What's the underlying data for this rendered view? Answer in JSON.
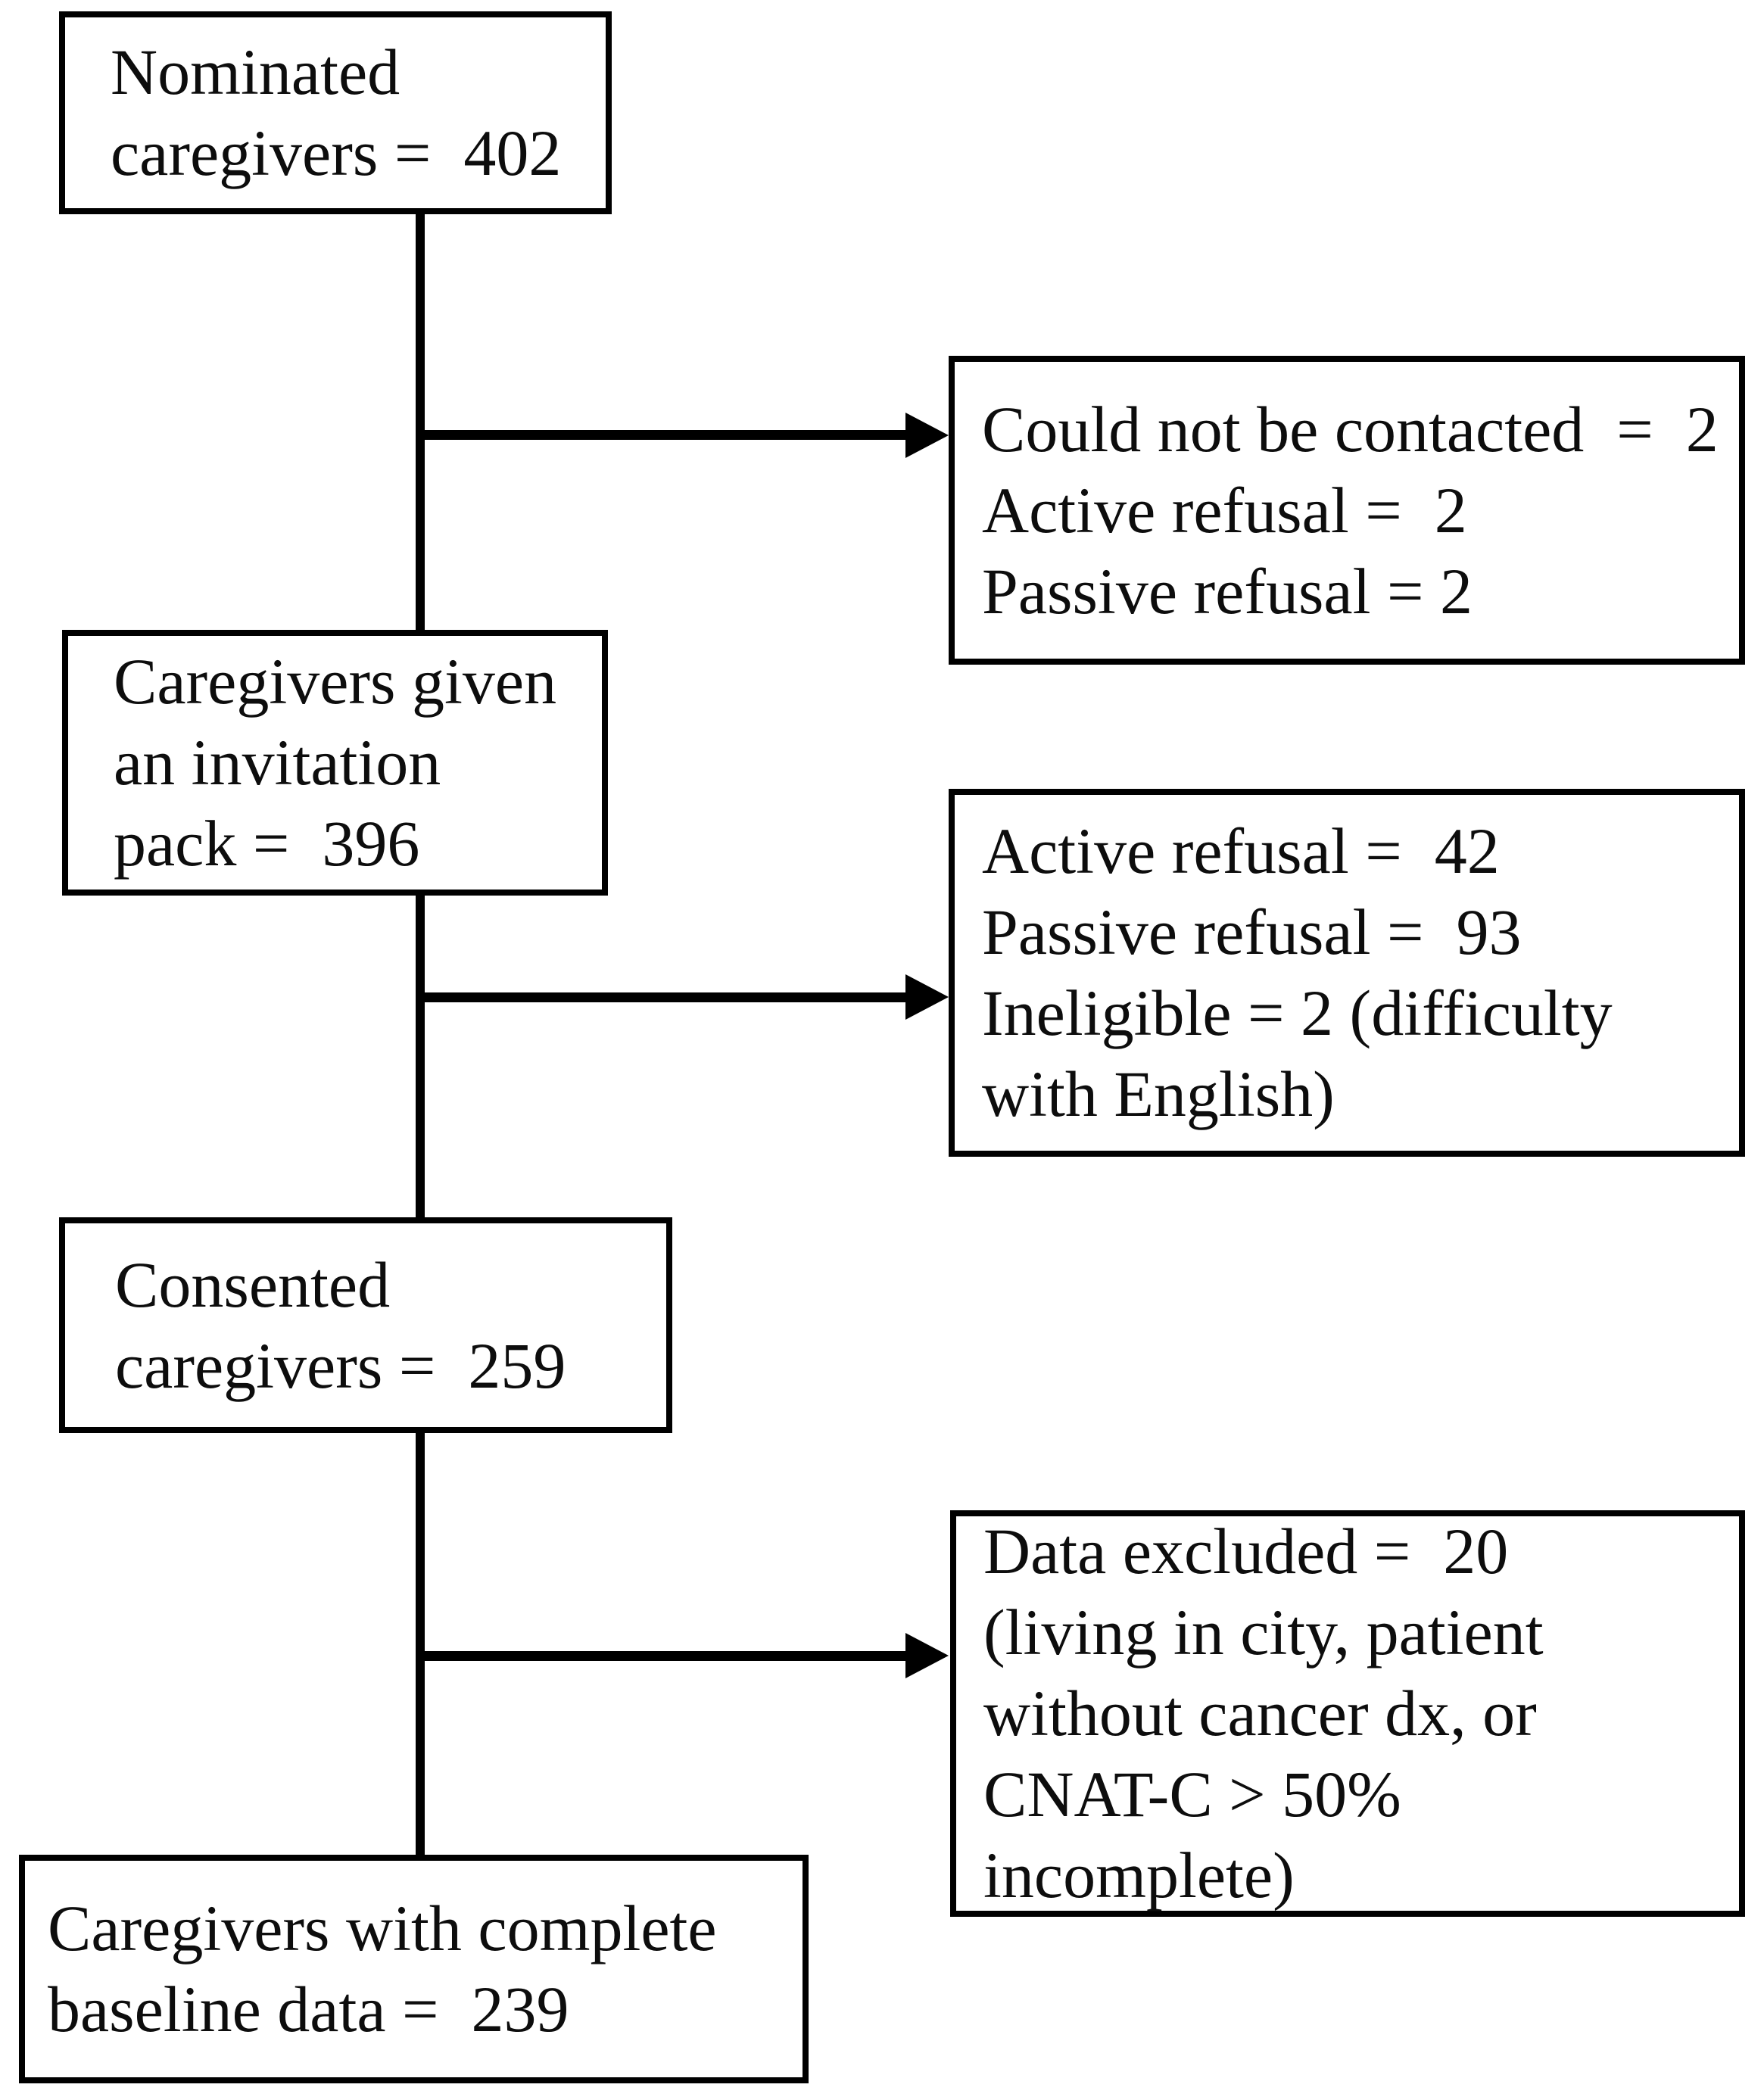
{
  "flow": {
    "nodes": [
      {
        "id": "nominated-caregivers",
        "text": "Nominated\ncaregivers =  402",
        "value": 402
      },
      {
        "id": "invitation-pack",
        "text": "Caregivers given\nan invitation\npack =  396",
        "value": 396
      },
      {
        "id": "consented-caregivers",
        "text": "Consented\ncaregivers =  259",
        "value": 259
      },
      {
        "id": "complete-baseline-data",
        "text": "Caregivers with complete\nbaseline data =  239",
        "value": 239
      }
    ],
    "exclusions": [
      {
        "id": "exclusion-after-nomination",
        "text": "Could not be contacted  =  2\nActive refusal =  2\nPassive refusal = 2"
      },
      {
        "id": "exclusion-after-invitation",
        "text": "Active refusal =  42\nPassive refusal =  93\nIneligible = 2 (difficulty\nwith English)"
      },
      {
        "id": "exclusion-after-consent",
        "text": "Data excluded =  20\n(living in city, patient\nwithout cancer dx, or\nCNAT-C > 50%\nincomplete)"
      }
    ],
    "colors": {
      "stroke": "#000000",
      "background": "#ffffff",
      "text": "#0d0d0d"
    }
  }
}
